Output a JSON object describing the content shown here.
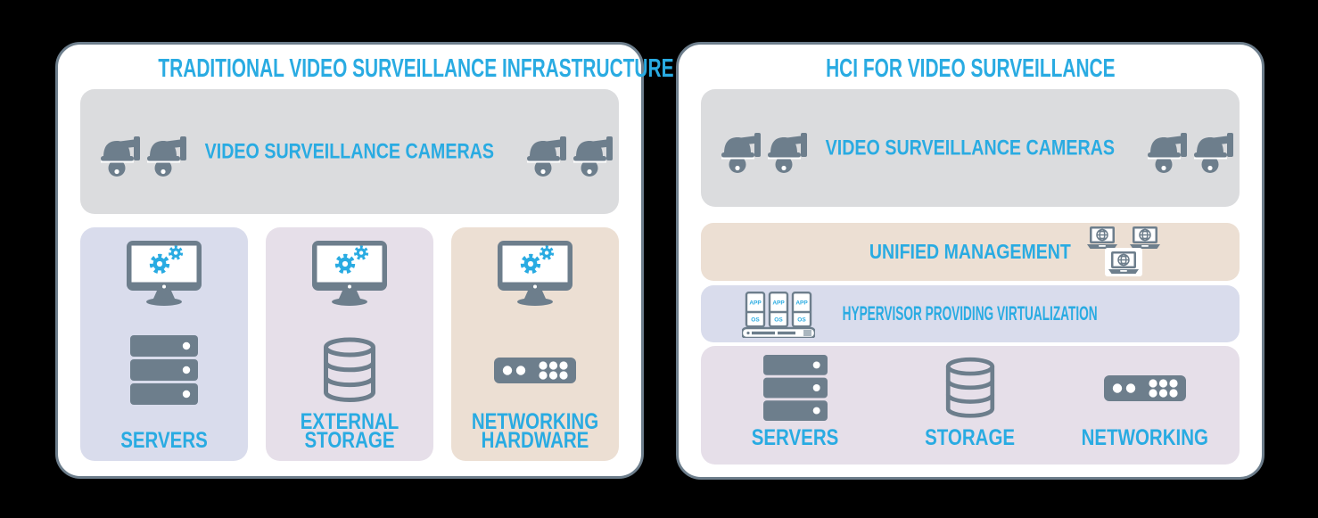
{
  "colors": {
    "accent": "#29abe2",
    "slate": "#6d7e8c",
    "camera_box_bg": "#dbdcde",
    "periwinkle_bg": "#d9dcec",
    "mauve_bg": "#e6dfe9",
    "tan_bg": "#ecdfd3",
    "panel_bg": "#ffffff",
    "canvas_bg": "#000000"
  },
  "left_panel": {
    "title": "TRADITIONAL VIDEO SURVEILLANCE INFRASTRUCTURE",
    "cameras_label": "VIDEO SURVEILLANCE CAMERAS",
    "columns": [
      {
        "label": "SERVERS"
      },
      {
        "label": "EXTERNAL STORAGE"
      },
      {
        "label": "NETWORKING HARDWARE"
      }
    ]
  },
  "right_panel": {
    "title": "HCI FOR VIDEO SURVEILLANCE",
    "cameras_label": "VIDEO SURVEILLANCE CAMERAS",
    "rows": [
      {
        "label": "UNIFIED MANAGEMENT"
      },
      {
        "label": "HYPERVISOR PROVIDING VIRTUALIZATION"
      }
    ],
    "vm_card": {
      "top": "APP",
      "bottom": "OS"
    },
    "resources": [
      {
        "label": "SERVERS"
      },
      {
        "label": "STORAGE"
      },
      {
        "label": "NETWORKING"
      }
    ]
  }
}
